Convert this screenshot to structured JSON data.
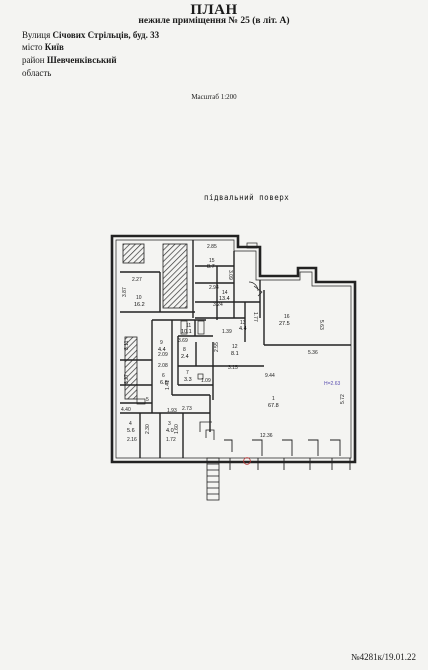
{
  "header": {
    "title": "ПЛАН",
    "subtitle": "нежиле приміщення № 25 (в літ. А)"
  },
  "address": {
    "street_label": "Вулиця",
    "street_value": "Січових Стрільців, буд. 33",
    "city_label": "місто",
    "city_value": "Київ",
    "district_label": "район",
    "district_value": "Шевченківський",
    "region_label": "область",
    "region_value": ""
  },
  "scale": "Масштаб 1:200",
  "floor_label": "підвальний поверх",
  "rooms": [
    {
      "num": "15",
      "area": "8.7"
    },
    {
      "num": "14",
      "area": "13.4"
    },
    {
      "num": "13",
      "area": "4.4"
    },
    {
      "num": "16",
      "area": "27.5"
    },
    {
      "num": "10",
      "area": "16.2"
    },
    {
      "num": "11",
      "area": "10.1"
    },
    {
      "num": "12",
      "area": "8.1"
    },
    {
      "num": "9",
      "area": "4.4"
    },
    {
      "num": "8",
      "area": "2.4"
    },
    {
      "num": "7",
      "area": "3.3"
    },
    {
      "num": "6",
      "area": "6.8"
    },
    {
      "num": "5",
      "area": ""
    },
    {
      "num": "4",
      "area": "5.6"
    },
    {
      "num": "3",
      "area": "4.0"
    },
    {
      "num": "1",
      "area": "67.8"
    }
  ],
  "dimensions": [
    "2.85",
    "3.09",
    "2.94",
    "3.24",
    "1.77",
    "5.63",
    "5.36",
    "1.39",
    "3.69",
    "2.27",
    "3.87",
    "3.11",
    "2.09",
    "2.08",
    "1.09",
    "3.15",
    "2.55",
    "9.44",
    "5.72",
    "12.36",
    "3.27",
    "4.40",
    "1.41",
    "1.93",
    "2.73",
    "2.16",
    "2.30",
    "1.72",
    "1.60"
  ],
  "annotation": "Н=2.63",
  "footer": "№4281к/19.01.22"
}
